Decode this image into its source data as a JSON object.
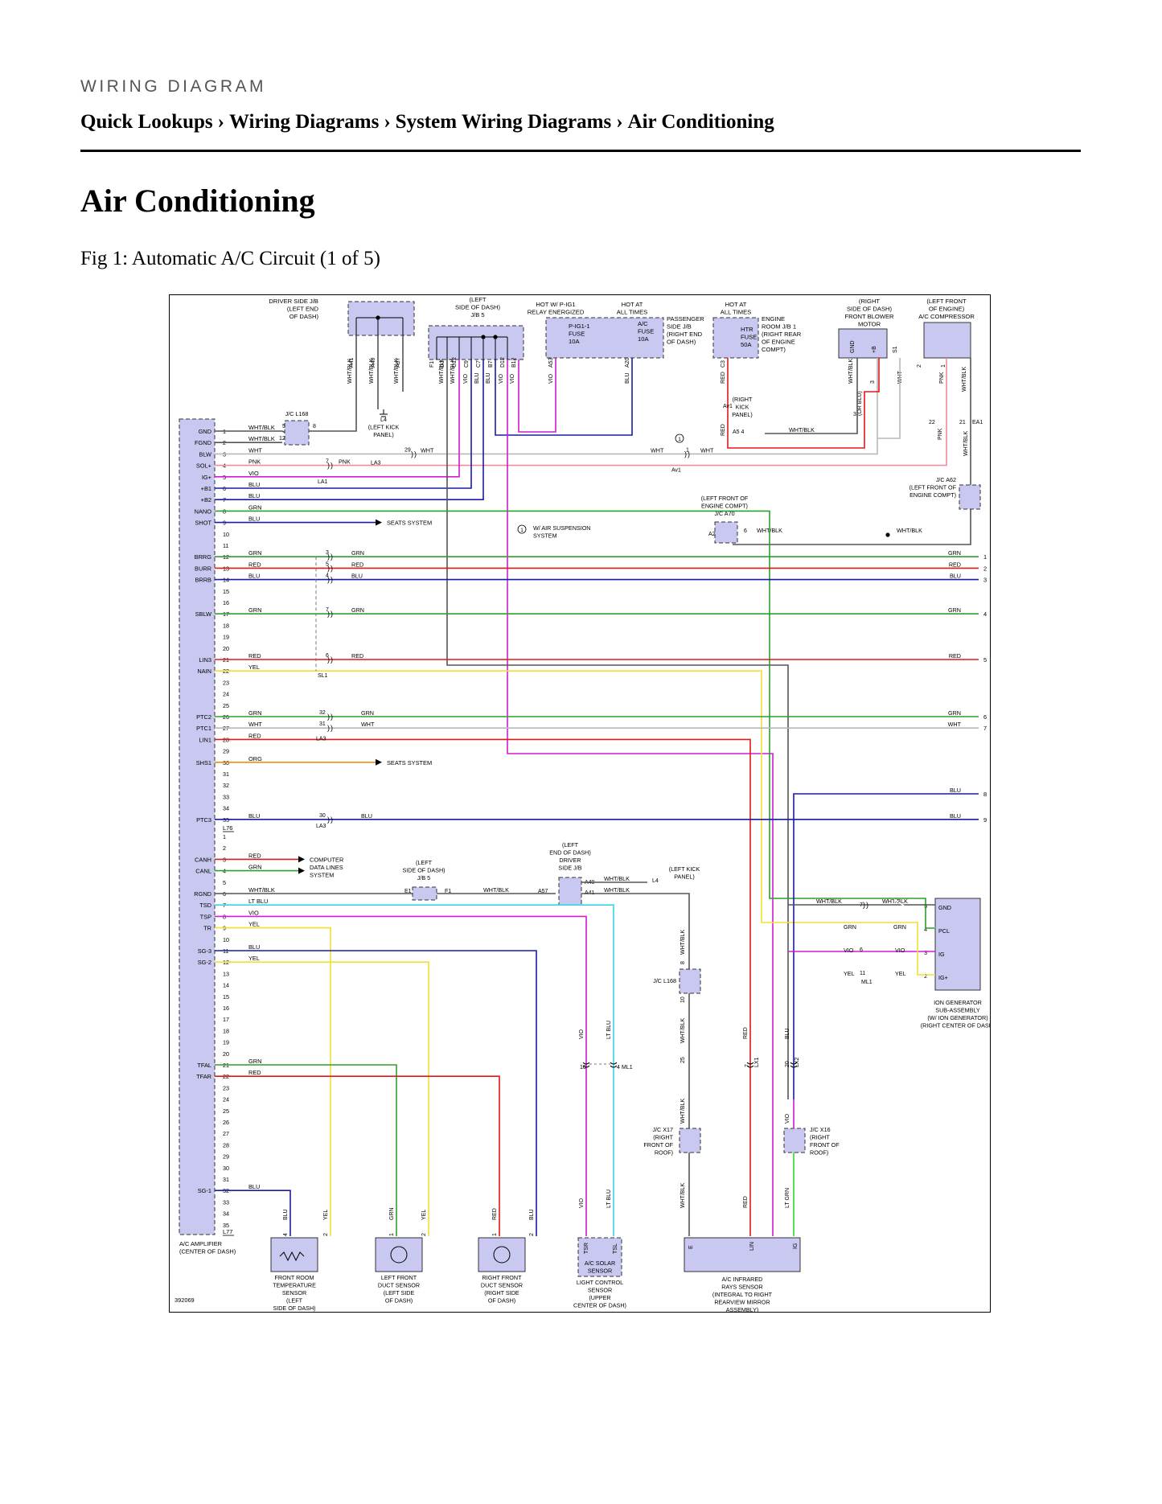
{
  "header": {
    "eyebrow": "WIRING DIAGRAM",
    "breadcrumb": [
      "Quick Lookups",
      "Wiring Diagrams",
      "System Wiring Diagrams",
      "Air Conditioning"
    ],
    "separator": "›"
  },
  "page_title": "Air Conditioning",
  "figure_caption": "Fig 1: Automatic A/C Circuit (1 of 5)",
  "diagram": {
    "figure_id": "392069",
    "colors": {
      "GRN": "#2e9e2e",
      "RED": "#e01818",
      "BLU": "#1a1aa8",
      "YEL": "#f0e030",
      "VIO": "#d41ad4",
      "PNK": "#f08ca0",
      "WHT": "#b8b8b8",
      "WHT/BLK": "#555555",
      "ORG": "#e89010",
      "LT BLU": "#30d8e8",
      "LT GRN": "#30d830",
      "module": "#c8c8f0"
    },
    "top_labels": [
      {
        "id": "driver-jb",
        "lines": [
          "DRIVER SIDE J/B",
          "(LEFT END",
          "OF DASH)"
        ]
      },
      {
        "id": "left-jb5",
        "lines": [
          "(LEFT",
          "SIDE OF DASH)",
          "J/B 5"
        ]
      },
      {
        "id": "hot-ig1",
        "lines": [
          "HOT W/ P-IG1",
          "RELAY ENERGIZED"
        ]
      },
      {
        "id": "hot-all1",
        "lines": [
          "HOT AT",
          "ALL TIMES"
        ]
      },
      {
        "id": "pass-jb",
        "lines": [
          "PASSENGER",
          "SIDE J/B",
          "(RIGHT END",
          "OF DASH)"
        ]
      },
      {
        "id": "hot-all2",
        "lines": [
          "HOT AT",
          "ALL TIMES"
        ]
      },
      {
        "id": "engine-jb",
        "lines": [
          "ENGINE",
          "ROOM J/B 1",
          "(RIGHT REAR",
          "OF ENGINE",
          "COMPT)"
        ]
      },
      {
        "id": "blower",
        "lines": [
          "(RIGHT",
          "SIDE OF DASH)",
          "FRONT BLOWER",
          "MOTOR"
        ]
      },
      {
        "id": "compressor",
        "lines": [
          "(LEFT FRONT",
          "OF ENGINE)",
          "A/C COMPRESSOR"
        ]
      }
    ],
    "fuses": [
      {
        "lines": [
          "P-IG1-1",
          "FUSE",
          "10A"
        ]
      },
      {
        "lines": [
          "A/C",
          "FUSE",
          "10A"
        ]
      },
      {
        "lines": [
          "HTR",
          "FUSE",
          "50A"
        ]
      }
    ],
    "pin_labels_top": [
      "A41",
      "A40",
      "A57",
      "F1",
      "D3",
      "C12",
      "C9",
      "C7",
      "B7",
      "D12",
      "B12",
      "A53",
      "A20",
      "C3",
      "GND",
      "+B",
      "S1",
      "2",
      "1"
    ],
    "amp_pins_a": [
      {
        "n": "1",
        "name": "GND",
        "wire": "WHT/BLK"
      },
      {
        "n": "2",
        "name": "FGND",
        "wire": "WHT/BLK"
      },
      {
        "n": "3",
        "name": "BLW",
        "wire": "WHT"
      },
      {
        "n": "4",
        "name": "SOL+",
        "wire": "PNK"
      },
      {
        "n": "5",
        "name": "IG+",
        "wire": "VIO"
      },
      {
        "n": "6",
        "name": "+B1",
        "wire": "BLU"
      },
      {
        "n": "7",
        "name": "+B2",
        "wire": "BLU"
      },
      {
        "n": "8",
        "name": "NANO",
        "wire": "GRN"
      },
      {
        "n": "9",
        "name": "SHOT",
        "wire": "BLU"
      },
      {
        "n": "10",
        "name": "",
        "wire": ""
      },
      {
        "n": "11",
        "name": "",
        "wire": ""
      },
      {
        "n": "12",
        "name": "BRRG",
        "wire": "GRN"
      },
      {
        "n": "13",
        "name": "BURR",
        "wire": "RED"
      },
      {
        "n": "14",
        "name": "BRRB",
        "wire": "BLU"
      },
      {
        "n": "15",
        "name": "",
        "wire": ""
      },
      {
        "n": "16",
        "name": "",
        "wire": ""
      },
      {
        "n": "17",
        "name": "SBLW",
        "wire": "GRN"
      },
      {
        "n": "18",
        "name": "",
        "wire": ""
      },
      {
        "n": "19",
        "name": "",
        "wire": ""
      },
      {
        "n": "20",
        "name": "",
        "wire": ""
      },
      {
        "n": "21",
        "name": "LIN3",
        "wire": "RED"
      },
      {
        "n": "22",
        "name": "NAIN",
        "wire": "YEL"
      },
      {
        "n": "23",
        "name": "",
        "wire": ""
      },
      {
        "n": "24",
        "name": "",
        "wire": ""
      },
      {
        "n": "25",
        "name": "",
        "wire": ""
      },
      {
        "n": "26",
        "name": "PTC2",
        "wire": "GRN"
      },
      {
        "n": "27",
        "name": "PTC1",
        "wire": "WHT"
      },
      {
        "n": "28",
        "name": "LIN1",
        "wire": "RED"
      },
      {
        "n": "29",
        "name": "",
        "wire": ""
      },
      {
        "n": "30",
        "name": "SHS1",
        "wire": "ORG"
      },
      {
        "n": "31",
        "name": "",
        "wire": ""
      },
      {
        "n": "32",
        "name": "",
        "wire": ""
      },
      {
        "n": "33",
        "name": "",
        "wire": ""
      },
      {
        "n": "34",
        "name": "",
        "wire": ""
      },
      {
        "n": "35",
        "name": "PTC3",
        "wire": "BLU"
      }
    ],
    "amp_pins_b": [
      {
        "n": "1",
        "name": "",
        "wire": ""
      },
      {
        "n": "2",
        "name": "",
        "wire": ""
      },
      {
        "n": "3",
        "name": "CANH",
        "wire": "RED"
      },
      {
        "n": "4",
        "name": "CANL",
        "wire": "GRN"
      },
      {
        "n": "5",
        "name": "",
        "wire": ""
      },
      {
        "n": "6",
        "name": "RGND",
        "wire": "WHT/BLK"
      },
      {
        "n": "7",
        "name": "TSD",
        "wire": "LT BLU"
      },
      {
        "n": "8",
        "name": "TSP",
        "wire": "VIO"
      },
      {
        "n": "9",
        "name": "TR",
        "wire": "YEL"
      },
      {
        "n": "10",
        "name": "",
        "wire": ""
      },
      {
        "n": "11",
        "name": "SG-3",
        "wire": "BLU"
      },
      {
        "n": "12",
        "name": "SG-2",
        "wire": "YEL"
      },
      {
        "n": "13",
        "name": "",
        "wire": ""
      },
      {
        "n": "14",
        "name": "",
        "wire": ""
      },
      {
        "n": "15",
        "name": "",
        "wire": ""
      },
      {
        "n": "16",
        "name": "",
        "wire": ""
      },
      {
        "n": "17",
        "name": "",
        "wire": ""
      },
      {
        "n": "18",
        "name": "",
        "wire": ""
      },
      {
        "n": "19",
        "name": "",
        "wire": ""
      },
      {
        "n": "20",
        "name": "",
        "wire": ""
      },
      {
        "n": "21",
        "name": "TFAL",
        "wire": "GRN"
      },
      {
        "n": "22",
        "name": "TFAR",
        "wire": "RED"
      },
      {
        "n": "23",
        "name": "",
        "wire": ""
      },
      {
        "n": "24",
        "name": "",
        "wire": ""
      },
      {
        "n": "25",
        "name": "",
        "wire": ""
      },
      {
        "n": "26",
        "name": "",
        "wire": ""
      },
      {
        "n": "27",
        "name": "",
        "wire": ""
      },
      {
        "n": "28",
        "name": "",
        "wire": ""
      },
      {
        "n": "29",
        "name": "",
        "wire": ""
      },
      {
        "n": "30",
        "name": "",
        "wire": ""
      },
      {
        "n": "31",
        "name": "",
        "wire": ""
      },
      {
        "n": "32",
        "name": "SG-1",
        "wire": "BLU"
      },
      {
        "n": "33",
        "name": "",
        "wire": ""
      },
      {
        "n": "34",
        "name": "",
        "wire": ""
      },
      {
        "n": "35",
        "name": "",
        "wire": ""
      }
    ],
    "connector_a": "L76",
    "connector_b": "L77",
    "amp_label": [
      "A/C AMPLIFIER",
      "(CENTER OF DASH)"
    ],
    "ref_labels": {
      "seats1": "SEATS SYSTEM",
      "seats2": "SEATS SYSTEM",
      "air_susp": [
        "W/ AIR SUSPENSION",
        "SYSTEM"
      ],
      "can": [
        "COMPUTER",
        "DATA LINES",
        "SYSTEM"
      ],
      "jcl168": "J/C L168",
      "jcl168b": "J/C L168",
      "l4": [
        "L4",
        "(LEFT KICK",
        "PANEL)"
      ],
      "right_kick": [
        "(RIGHT",
        "KICK",
        "PANEL)"
      ],
      "jca62": [
        "J/C A62",
        "(LEFT FRONT OF",
        "ENGINE COMPT)"
      ],
      "jca70": [
        "(LEFT FRONT OF",
        "ENGINE COMPT)",
        "J/C A70"
      ],
      "jb5b": [
        "(LEFT",
        "SIDE OF DASH)",
        "J/B 5"
      ],
      "driver_jb2": [
        "(LEFT",
        "END OF DASH)",
        "DRIVER",
        "SIDE J/B"
      ],
      "left_kick2": [
        "(LEFT KICK",
        "PANEL)"
      ],
      "jcx17": [
        "J/C X17",
        "(RIGHT",
        "FRONT OF",
        "ROOF)"
      ],
      "jcx16": [
        "J/C X16",
        "(RIGHT",
        "FRONT OF",
        "ROOF)"
      ],
      "ion": [
        "ION GENERATOR",
        "SUB-ASSEMBLY",
        "(W/ ION GENERATOR)",
        "(RIGHT CENTER OF DASH)"
      ]
    },
    "ion_pins": [
      "GND",
      "PCL",
      "IG",
      "IG+"
    ],
    "bottom_components": [
      {
        "id": "front-room-temp",
        "lines": [
          "FRONT ROOM",
          "TEMPERATURE",
          "SENSOR",
          "(LEFT",
          "SIDE OF DASH)"
        ]
      },
      {
        "id": "left-front-duct",
        "lines": [
          "LEFT FRONT",
          "DUCT SENSOR",
          "(LEFT SIDE",
          "OF DASH)"
        ]
      },
      {
        "id": "right-front-duct",
        "lines": [
          "RIGHT FRONT",
          "DUCT SENSOR",
          "(RIGHT SIDE",
          "OF DASH)"
        ]
      },
      {
        "id": "light-control",
        "lines": [
          "LIGHT CONTROL",
          "SENSOR",
          "(UPPER",
          "CENTER OF DASH)"
        ]
      },
      {
        "id": "infrared",
        "lines": [
          "A/C INFRARED",
          "RAYS SENSOR",
          "(INTEGRAL TO RIGHT",
          "REARVIEW MIRROR",
          "ASSEMBLY)"
        ]
      }
    ],
    "solar_label": [
      "A/C SOLAR",
      "SENSOR"
    ],
    "solar_pins": [
      "TSR",
      "TSL"
    ],
    "ir_pins": [
      "E",
      "LIN",
      "IG"
    ],
    "right_refs": [
      "1",
      "2",
      "3",
      "4",
      "5",
      "6",
      "7",
      "8",
      "9"
    ],
    "splice_labels": [
      "LA1",
      "LA3",
      "SL1",
      "LA3",
      "LA3",
      "ML1",
      "ML1",
      "LX1",
      "LX2",
      "EA1",
      "Av1",
      "Av1",
      "Av1",
      "A2",
      "A5",
      "E1",
      "F1",
      "A57",
      "A40",
      "A41",
      "L4"
    ]
  }
}
